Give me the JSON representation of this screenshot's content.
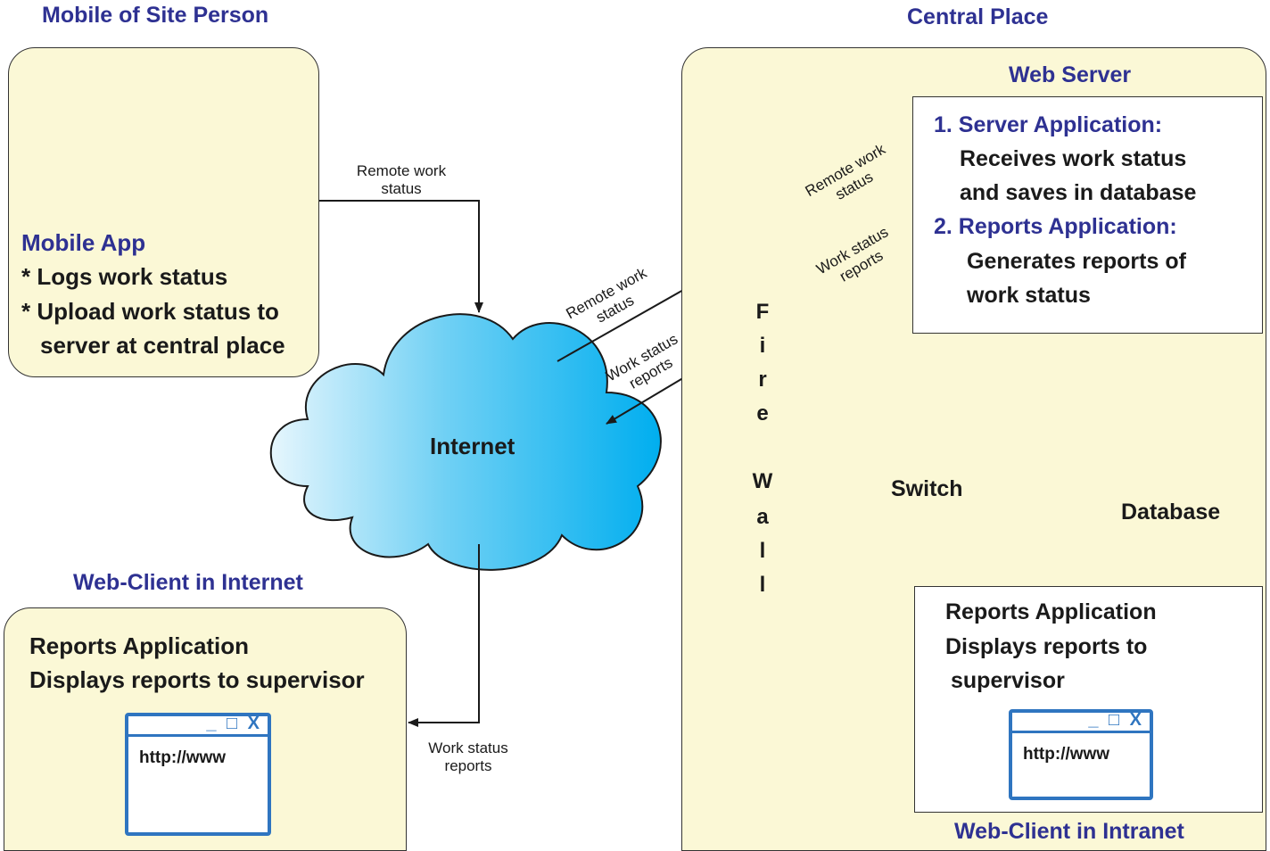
{
  "mobile_section": {
    "title": "Mobile of Site Person",
    "app_title": "Mobile App",
    "line1": "* Logs work status",
    "line2": "* Upload work status to",
    "line3": "server at central place"
  },
  "central_section": {
    "title": "Central Place",
    "web_server_title": "Web Server",
    "server_app_title": "1. Server Application:",
    "server_app_line1": "Receives work status",
    "server_app_line2": "and saves in database",
    "reports_app_title": "2. Reports Application:",
    "reports_app_line1": "Generates reports of",
    "reports_app_line2": "work status",
    "switch_label": "Switch",
    "database_label": "Database",
    "firewall_letters": [
      "F",
      "i",
      "r",
      "e",
      "W",
      "a",
      "l",
      "l"
    ]
  },
  "intranet_client": {
    "line1": "Reports Application",
    "line2": "Displays reports to",
    "line3": "supervisor",
    "url": "http://www",
    "controls": "_ □ X",
    "caption": "Web-Client in Intranet"
  },
  "internet_client": {
    "title": "Web-Client in Internet",
    "line1": "Reports Application",
    "line2": "Displays reports to supervisor",
    "url": "http://www",
    "controls": "_ □ X"
  },
  "cloud": {
    "label": "Internet"
  },
  "arrows": {
    "mobile_to_internet": [
      "Remote work",
      "status"
    ],
    "internet_to_firewall": [
      "Remote work",
      "status"
    ],
    "firewall_to_internet": [
      "Work status",
      "reports"
    ],
    "firewall_to_server": [
      "Remote work",
      "status"
    ],
    "server_to_firewall": [
      "Work status",
      "reports"
    ],
    "internet_to_client": [
      "Work status",
      "reports"
    ]
  },
  "colors": {
    "title_blue": "#2e3192",
    "panel_fill": "#fbf8d6",
    "brick_red": "#e8434a",
    "window_blue": "#2f75c0",
    "cloud_blue": "#00aeef"
  }
}
